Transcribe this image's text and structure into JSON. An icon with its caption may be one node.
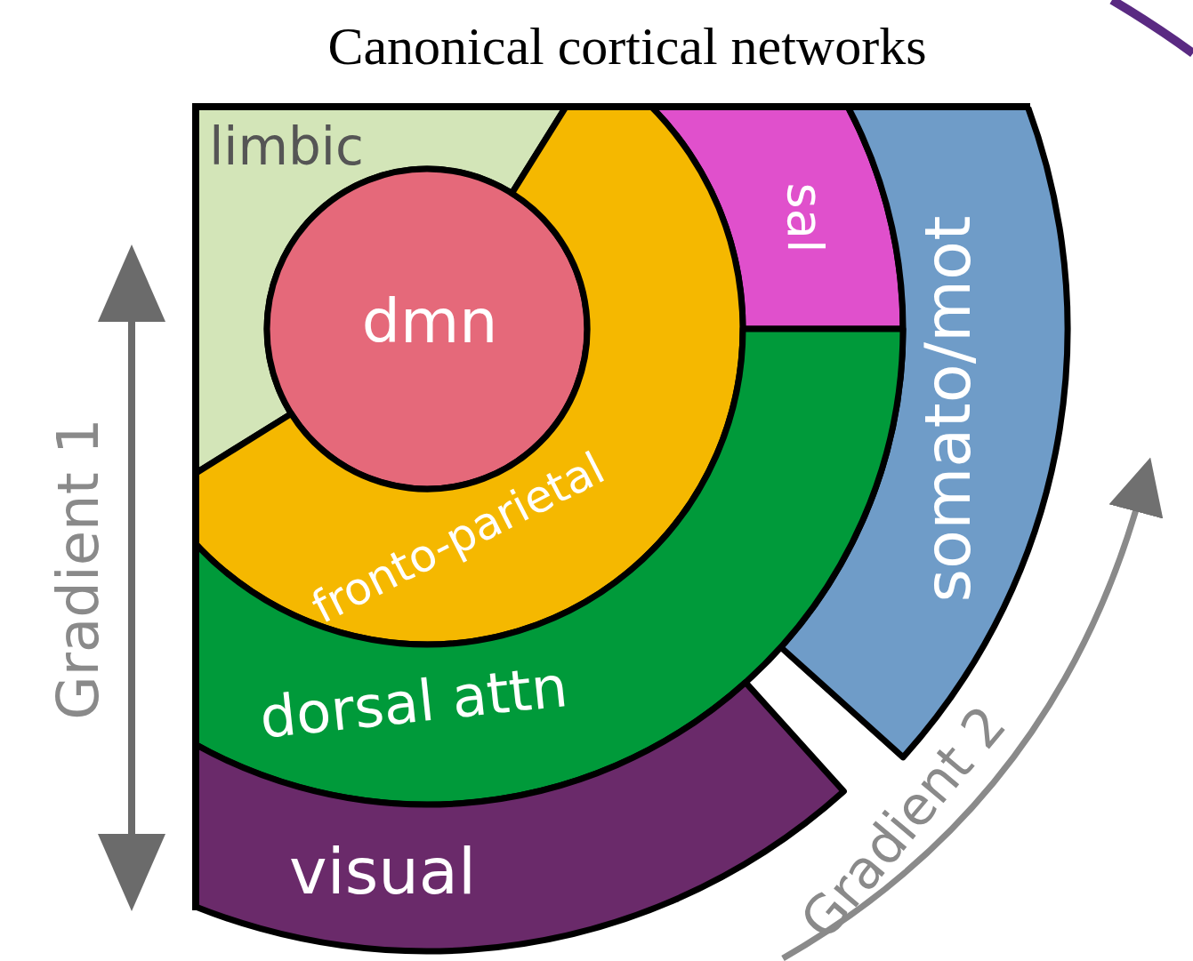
{
  "diagram": {
    "title": "Canonical cortical networks",
    "nodes": [
      {
        "text": [
          "limbic"
        ]
      },
      {
        "text": [
          "sal"
        ]
      },
      {
        "text": [
          "somato/mot"
        ]
      },
      {
        "text": [
          "dmn"
        ]
      },
      {
        "text": [
          "fronto-parietal"
        ]
      },
      {
        "text": [
          "dorsal attn"
        ]
      },
      {
        "text": [
          "visual"
        ]
      }
    ],
    "labels": [
      "Gradient 1",
      "Gradient 2"
    ]
  }
}
